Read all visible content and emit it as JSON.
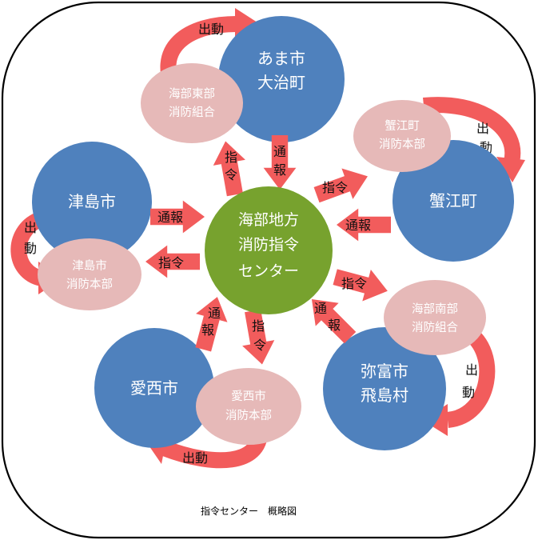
{
  "center": {
    "line1": "海部地方",
    "line2": "消防指令",
    "line3": "センター"
  },
  "municipalities": {
    "ama": {
      "line1": "あま市",
      "line2": "大治町"
    },
    "kanie": {
      "line1": "蟹江町"
    },
    "tsushima": {
      "line1": "津島市"
    },
    "aisai": {
      "line1": "愛西市"
    },
    "yatomi": {
      "line1": "弥富市",
      "line2": "飛島村"
    }
  },
  "fire_departments": {
    "ama_east": {
      "line1": "海部東部",
      "line2": "消防組合"
    },
    "kanie": {
      "line1": "蟹江町",
      "line2": "消防本部"
    },
    "tsushima": {
      "line1": "津島市",
      "line2": "消防本部"
    },
    "aisai": {
      "line1": "愛西市",
      "line2": "消防本部"
    },
    "ama_south": {
      "line1": "海部南部",
      "line2": "消防組合"
    }
  },
  "labels": {
    "command": "指令",
    "command_v1": "指",
    "command_v2": "令",
    "report": "通報",
    "report_v1": "通",
    "report_v2": "報",
    "dispatch": "出動",
    "dispatch_v1": "出",
    "dispatch_v2": "動"
  },
  "caption": "指令センター　概略図",
  "colors": {
    "municipality": "#4f81bd",
    "fire_department": "#e6b9b8",
    "center": "#77a22e",
    "arrow": "#f25c5c"
  }
}
